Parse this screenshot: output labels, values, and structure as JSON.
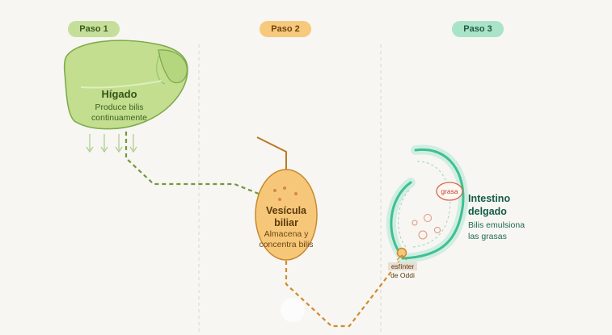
{
  "steps": [
    {
      "label": "Paso 1",
      "color": "#c5df9a",
      "text_color": "#3d5a1c"
    },
    {
      "label": "Paso 2",
      "color": "#f7c97c",
      "text_color": "#6a4410"
    },
    {
      "label": "Paso 3",
      "color": "#a9e3c8",
      "text_color": "#1f5a44"
    }
  ],
  "liver": {
    "title": "Hígado",
    "desc_line1": "Produce bilis",
    "desc_line2": "continuamente",
    "color": "#c2de8e",
    "stroke": "#7aa948",
    "text": "#335417"
  },
  "gallbladder": {
    "title_line1": "Vesícula",
    "title_line2": "biliar",
    "desc_line1": "Almacena y",
    "desc_line2": "concentra bilis",
    "color": "#f7c779",
    "stroke": "#c9892e",
    "text": "#5a3a0d"
  },
  "intestine": {
    "title_line1": "Intestino",
    "title_line2": "delgado",
    "desc_line1": "Bilis emulsiona",
    "desc_line2": "las grasas",
    "color": "#3fbf93",
    "glow": "#cfeee1",
    "text": "#155c47"
  },
  "fat": {
    "label": "grasa",
    "color": "#d9654a"
  },
  "sphincter": {
    "line1": "esfínter",
    "line2": "de Oddi"
  },
  "colors": {
    "green_path": "#6f9a3d",
    "orange_path": "#d28b2f",
    "divider": "#d9d7d2"
  }
}
